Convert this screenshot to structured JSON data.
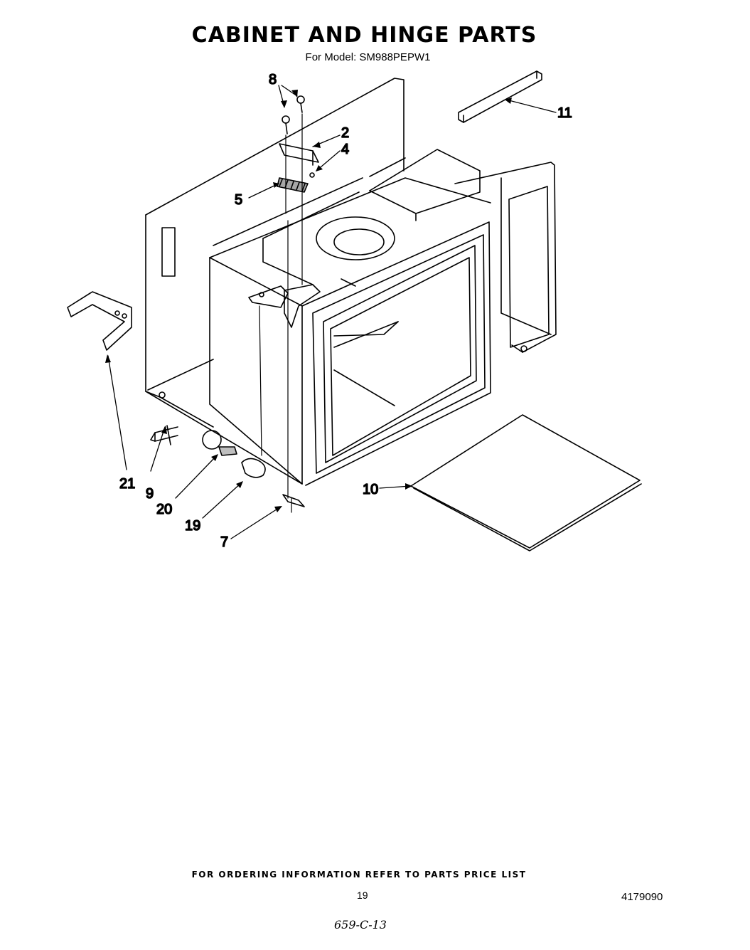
{
  "header": {
    "title": "CABINET AND HINGE PARTS",
    "subtitle": "For Model: SM988PEPW1"
  },
  "callouts": [
    "8",
    "2",
    "4",
    "5",
    "11",
    "21",
    "9",
    "20",
    "19",
    "7",
    "10"
  ],
  "footer": {
    "note": "FOR ORDERING INFORMATION REFER TO PARTS PRICE LIST",
    "page_number": "19",
    "document_number": "4179090",
    "handwritten_code": "659-C-13"
  }
}
